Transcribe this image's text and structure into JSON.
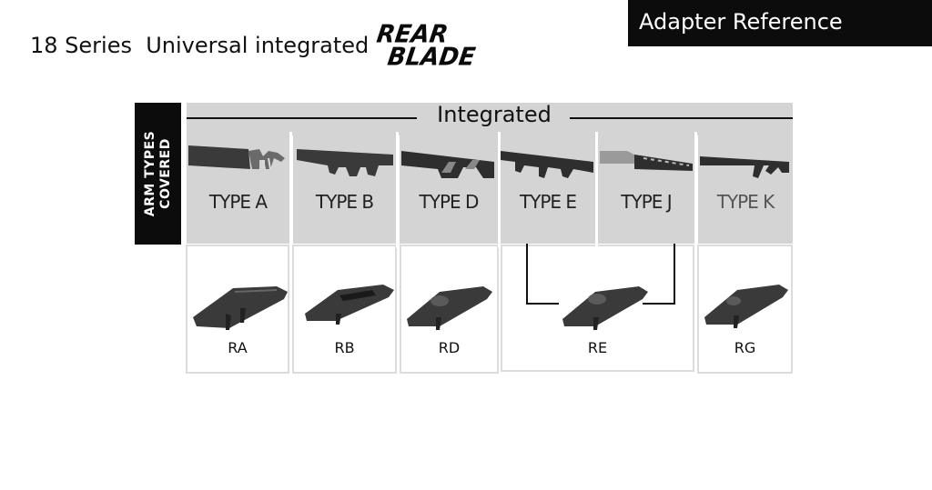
{
  "header": {
    "title": "18 Series  Universal integrated",
    "logo_line1": "REAR",
    "logo_line2": "BLADE",
    "reference_label": "Adapter Reference"
  },
  "sidebar": {
    "line1": "ARM TYPES",
    "line2": "COVERED"
  },
  "section": {
    "integrated_label": "Integrated"
  },
  "arm_types": [
    {
      "label": "TYPE A"
    },
    {
      "label": "TYPE B"
    },
    {
      "label": "TYPE D"
    },
    {
      "label": "TYPE E"
    },
    {
      "label": "TYPE J"
    },
    {
      "label": "TYPE K"
    }
  ],
  "adapters": [
    {
      "label": "RA"
    },
    {
      "label": "RB"
    },
    {
      "label": "RD"
    },
    {
      "label": "RE"
    },
    {
      "label": "RG"
    }
  ],
  "colors": {
    "panel_gray": "#d4d4d4",
    "dark": "#0c0c0c",
    "border": "#dcdcdc"
  }
}
